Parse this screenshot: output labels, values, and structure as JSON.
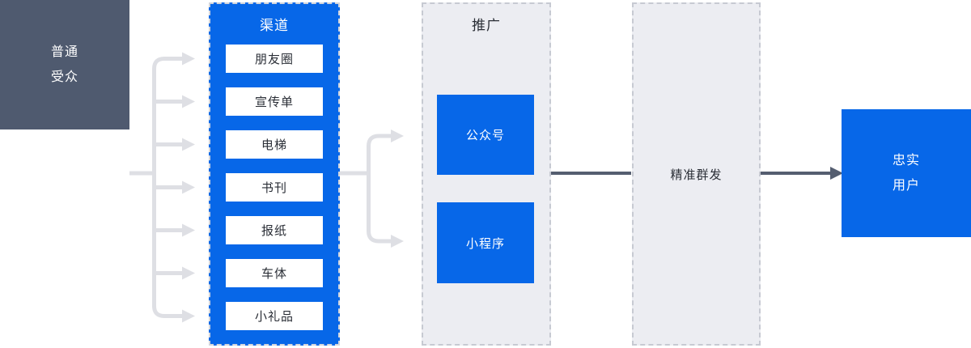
{
  "diagram": {
    "title_hint": "marketing-funnel-flow",
    "audience_box": {
      "line1": "普通",
      "line2": "受众"
    },
    "channels_panel": {
      "title": "渠道",
      "items": [
        "朋友圈",
        "宣传单",
        "电梯",
        "书刊",
        "报纸",
        "车体",
        "小礼品"
      ]
    },
    "promotion_panel": {
      "title": "推广",
      "items": [
        "公众号",
        "小程序"
      ]
    },
    "mass_send_panel": {
      "label": "精准群发"
    },
    "loyal_box": {
      "line1": "忠实",
      "line2": "用户"
    },
    "colors": {
      "primary_blue": "#0767E8",
      "slate_dark": "#4F5A6F",
      "panel_gray": "#ECEDF2",
      "arrow_light": "#DEDFE4",
      "arrow_dark": "#555E70",
      "text_dark": "#2A2E36"
    }
  }
}
